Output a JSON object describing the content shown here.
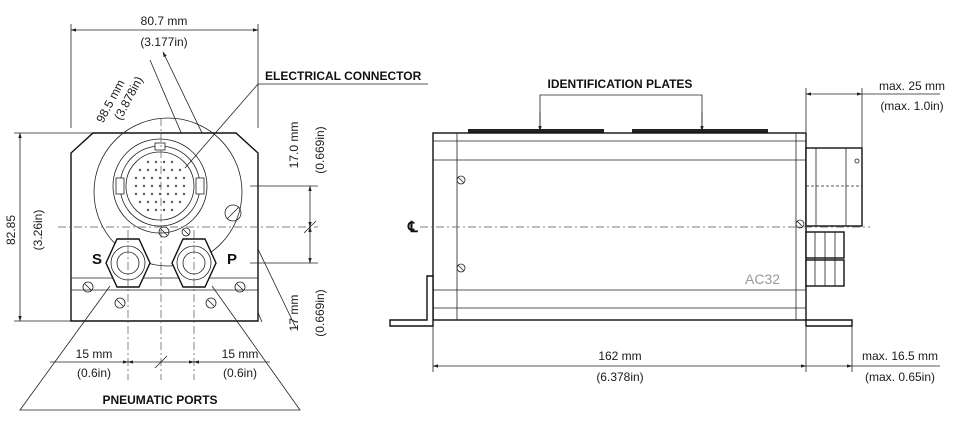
{
  "front_view": {
    "width_mm": "80.7 mm",
    "width_in": "(3.177in)",
    "diag_mm": "98.5 mm",
    "diag_in": "(3.878in)",
    "height_mm": "82.85",
    "height_in": "(3.26in)",
    "top_offset_mm": "17.0 mm",
    "top_offset_in": "(0.669in)",
    "bottom_offset_mm": "17 mm",
    "bottom_offset_in": "(0.669in)",
    "left_port_mm": "15 mm",
    "left_port_in": "(0.6in)",
    "right_port_mm": "15 mm",
    "right_port_in": "(0.6in)",
    "port_s": "S",
    "port_p": "P",
    "electrical_connector_label": "ELECTRICAL CONNECTOR",
    "pneumatic_ports_label": "PNEUMATIC PORTS"
  },
  "side_view": {
    "identification_label": "IDENTIFICATION PLATES",
    "centerline_symbol": "℄",
    "model_text": "AC32",
    "length_mm": "162 mm",
    "length_in": "(6.378in)",
    "max_top_mm": "max. 25 mm",
    "max_top_in": "(max. 1.0in)",
    "max_bottom_mm": "max. 16.5 mm",
    "max_bottom_in": "(max. 0.65in)"
  }
}
